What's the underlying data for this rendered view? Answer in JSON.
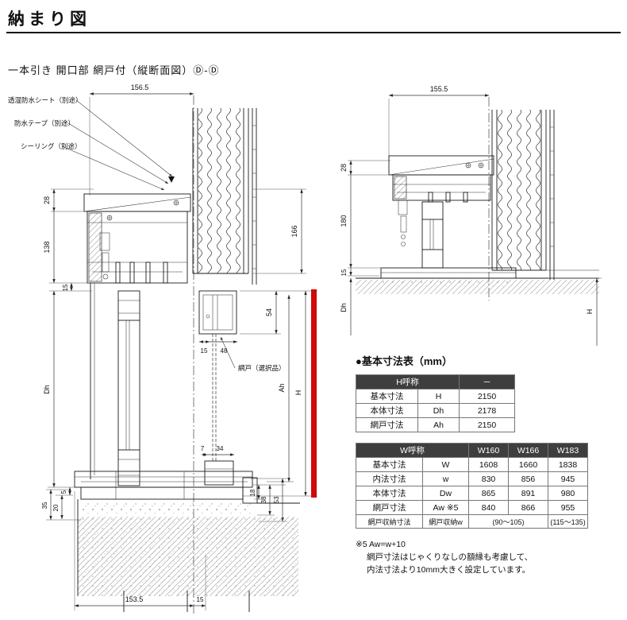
{
  "page": {
    "title": "納まり図",
    "subtitle": "一本引き 開口部 網戸付（縦断面図）Ⓓ-Ⓓ"
  },
  "left": {
    "callouts": {
      "sheet": "透湿防水シート（別途）",
      "tape": "防水テープ（別途）",
      "seal": "シーリング（別途）",
      "screen": "網戸（選択品）"
    },
    "dims": {
      "top_width": "156.5",
      "d28": "28",
      "d138": "138",
      "d15a": "15",
      "dh": "Dh",
      "d35": "35",
      "d20": "20",
      "d5": "5",
      "d15b": "15",
      "d48": "48",
      "d54": "54",
      "d166": "166",
      "ah": "Ah",
      "h": "H",
      "d7": "7",
      "d34": "34",
      "d18": "18",
      "d38": "38",
      "d53": "53",
      "bottom_width": "153.5",
      "d15c": "15"
    }
  },
  "right": {
    "dims": {
      "top_width": "155.5",
      "d28": "28",
      "d180": "180",
      "d15": "15",
      "dh": "Dh",
      "h": "H"
    }
  },
  "tables": {
    "section_title": "●基本寸法表（mm）",
    "h_table": {
      "col_title": "H呼称",
      "col_value": "－",
      "rows": [
        {
          "name": "基本寸法",
          "sym": "H",
          "val": "2150"
        },
        {
          "name": "本体寸法",
          "sym": "Dh",
          "val": "2178"
        },
        {
          "name": "網戸寸法",
          "sym": "Ah",
          "val": "2150"
        }
      ]
    },
    "w_table": {
      "col_title": "W呼称",
      "cols": [
        "W160",
        "W166",
        "W183"
      ],
      "rows": [
        {
          "name": "基本寸法",
          "sym": "W",
          "v1": "1608",
          "v2": "1660",
          "v3": "1838"
        },
        {
          "name": "内法寸法",
          "sym": "w",
          "v1": "830",
          "v2": "856",
          "v3": "945"
        },
        {
          "name": "本体寸法",
          "sym": "Dw",
          "v1": "865",
          "v2": "891",
          "v3": "980"
        },
        {
          "name": "網戸寸法",
          "sym": "Aw ※5",
          "v1": "840",
          "v2": "866",
          "v3": "955"
        }
      ],
      "storage_row": {
        "name": "網戸収納寸法",
        "sym": "網戸収納w",
        "v12": "(90～105)",
        "v3": "(115～135)"
      }
    },
    "notes": {
      "l1": "※5 Aw=w+10",
      "l2": "網戸寸法はじゃくりなしの額縁も考慮して、",
      "l3": "内法寸法より10mm大きく設定しています。"
    }
  },
  "colors": {
    "accent_red": "#cf0a0a",
    "table_header_bg": "#3e3e3e"
  }
}
